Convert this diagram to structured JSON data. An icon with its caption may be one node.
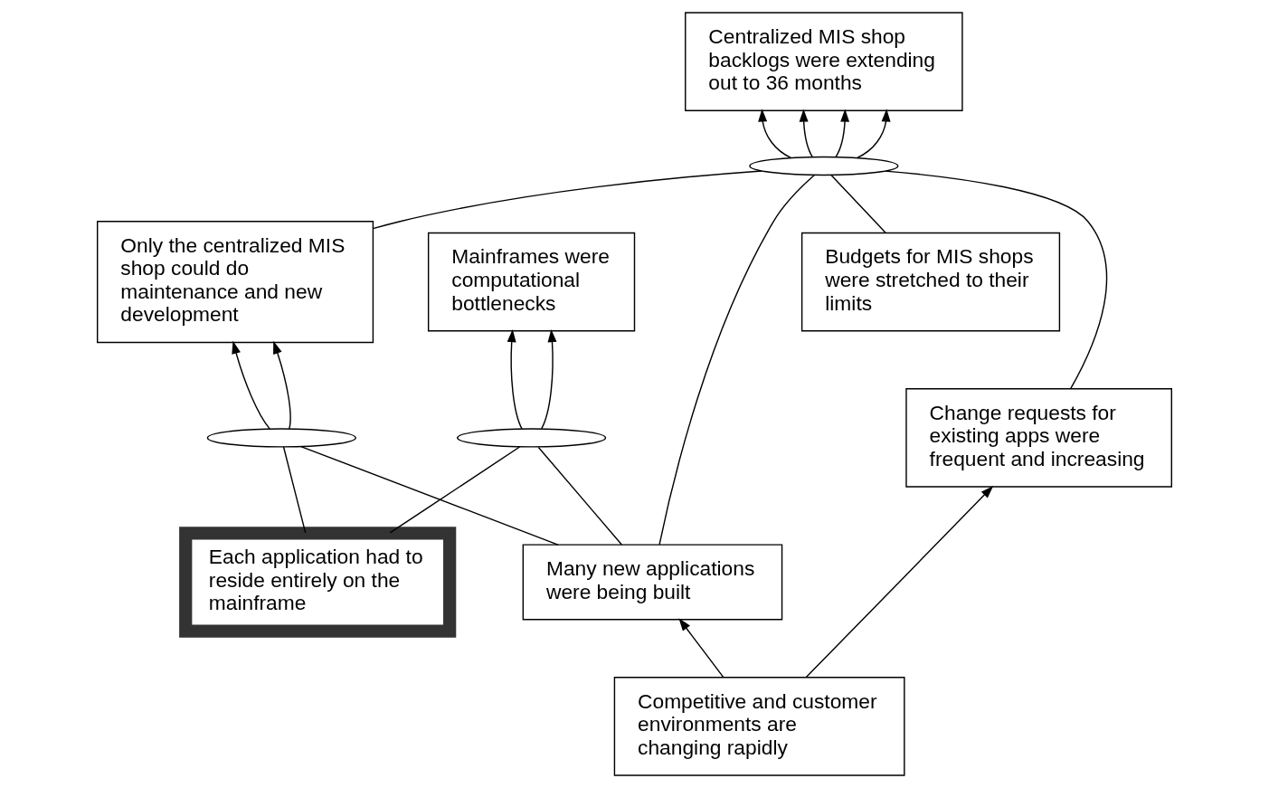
{
  "diagram": {
    "nodes": [
      {
        "text": [
          "Mainframes were computational bottlenecks"
        ]
      },
      {
        "text": [
          "Centralized MIS shop backlogs were extending out to 36 months"
        ]
      },
      {
        "text": [
          "Only the centralized MIS shop could do maintenance and new development"
        ]
      },
      {
        "text": [
          "Budgets for MIS shops were stretched to their limits"
        ]
      },
      {
        "text": [
          "Many new applications were being built"
        ]
      },
      {
        "text": [
          "Change requests for existing apps were frequent and increasing"
        ]
      },
      {
        "text": [
          "Each application had to reside entirely on the mainframe"
        ]
      },
      {
        "text": [
          "Competitive and customer environments are changing rapidly"
        ]
      },
      {
        "text": [],
        "shape": "ellipse"
      },
      {
        "text": [],
        "shape": "ellipse"
      },
      {
        "text": [],
        "shape": "ellipse"
      }
    ],
    "edges": [
      {
        "from": 6,
        "to": 8,
        "arrow": "none"
      },
      {
        "from": 8,
        "to": 0,
        "arrow": "to"
      },
      {
        "from": 4,
        "to": 8,
        "arrow": "none"
      },
      {
        "from": 8,
        "to": 0,
        "arrow": "to"
      },
      {
        "from": 2,
        "to": 9,
        "arrow": "none"
      },
      {
        "from": 4,
        "to": 9,
        "arrow": "none"
      },
      {
        "from": 5,
        "to": 9,
        "arrow": "none"
      },
      {
        "from": 3,
        "to": 9,
        "arrow": "none"
      },
      {
        "from": 9,
        "to": 1,
        "arrow": "to"
      },
      {
        "from": 9,
        "to": 1,
        "arrow": "to"
      },
      {
        "from": 9,
        "to": 1,
        "arrow": "to"
      },
      {
        "from": 9,
        "to": 1,
        "arrow": "to"
      },
      {
        "from": 6,
        "to": 10,
        "arrow": "none"
      },
      {
        "from": 10,
        "to": 2,
        "arrow": "to"
      },
      {
        "from": 4,
        "to": 10,
        "arrow": "none"
      },
      {
        "from": 10,
        "to": 2,
        "arrow": "to"
      },
      {
        "from": 7,
        "to": 4,
        "arrow": "to"
      },
      {
        "from": 7,
        "to": 5,
        "arrow": "to"
      }
    ]
  }
}
